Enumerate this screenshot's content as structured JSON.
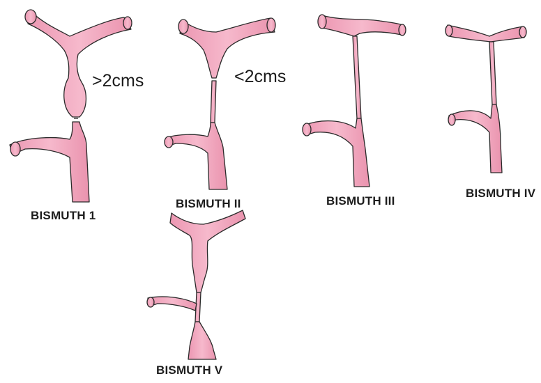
{
  "colors": {
    "duct_fill": "#F2A9C1",
    "duct_stroke": "#2a2a2a",
    "paper": "#ffffff"
  },
  "diagrams": [
    {
      "id": "bismuth-1",
      "label": "BISMUTH 1",
      "annotation": ">2cms"
    },
    {
      "id": "bismuth-2",
      "label": "BISMUTH II",
      "annotation": "<2cms"
    },
    {
      "id": "bismuth-3",
      "label": "BISMUTH III"
    },
    {
      "id": "bismuth-4",
      "label": "BISMUTH IV"
    },
    {
      "id": "bismuth-5",
      "label": "BISMUTH V"
    }
  ]
}
